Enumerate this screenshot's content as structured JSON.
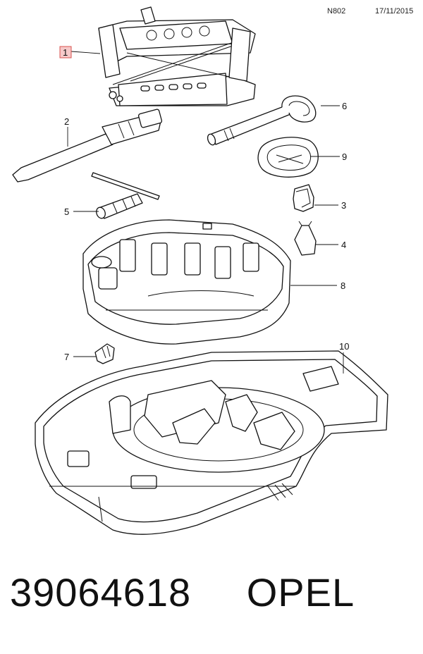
{
  "header": {
    "code": "N802",
    "date": "17/11/2015"
  },
  "callouts": [
    "1",
    "2",
    "3",
    "4",
    "5",
    "6",
    "7",
    "8",
    "9",
    "10"
  ],
  "footer": {
    "part_number": "39064618",
    "brand": "OPEL"
  },
  "colors": {
    "highlight_fill": "#f6c9c9",
    "highlight_stroke": "#d9534f"
  }
}
